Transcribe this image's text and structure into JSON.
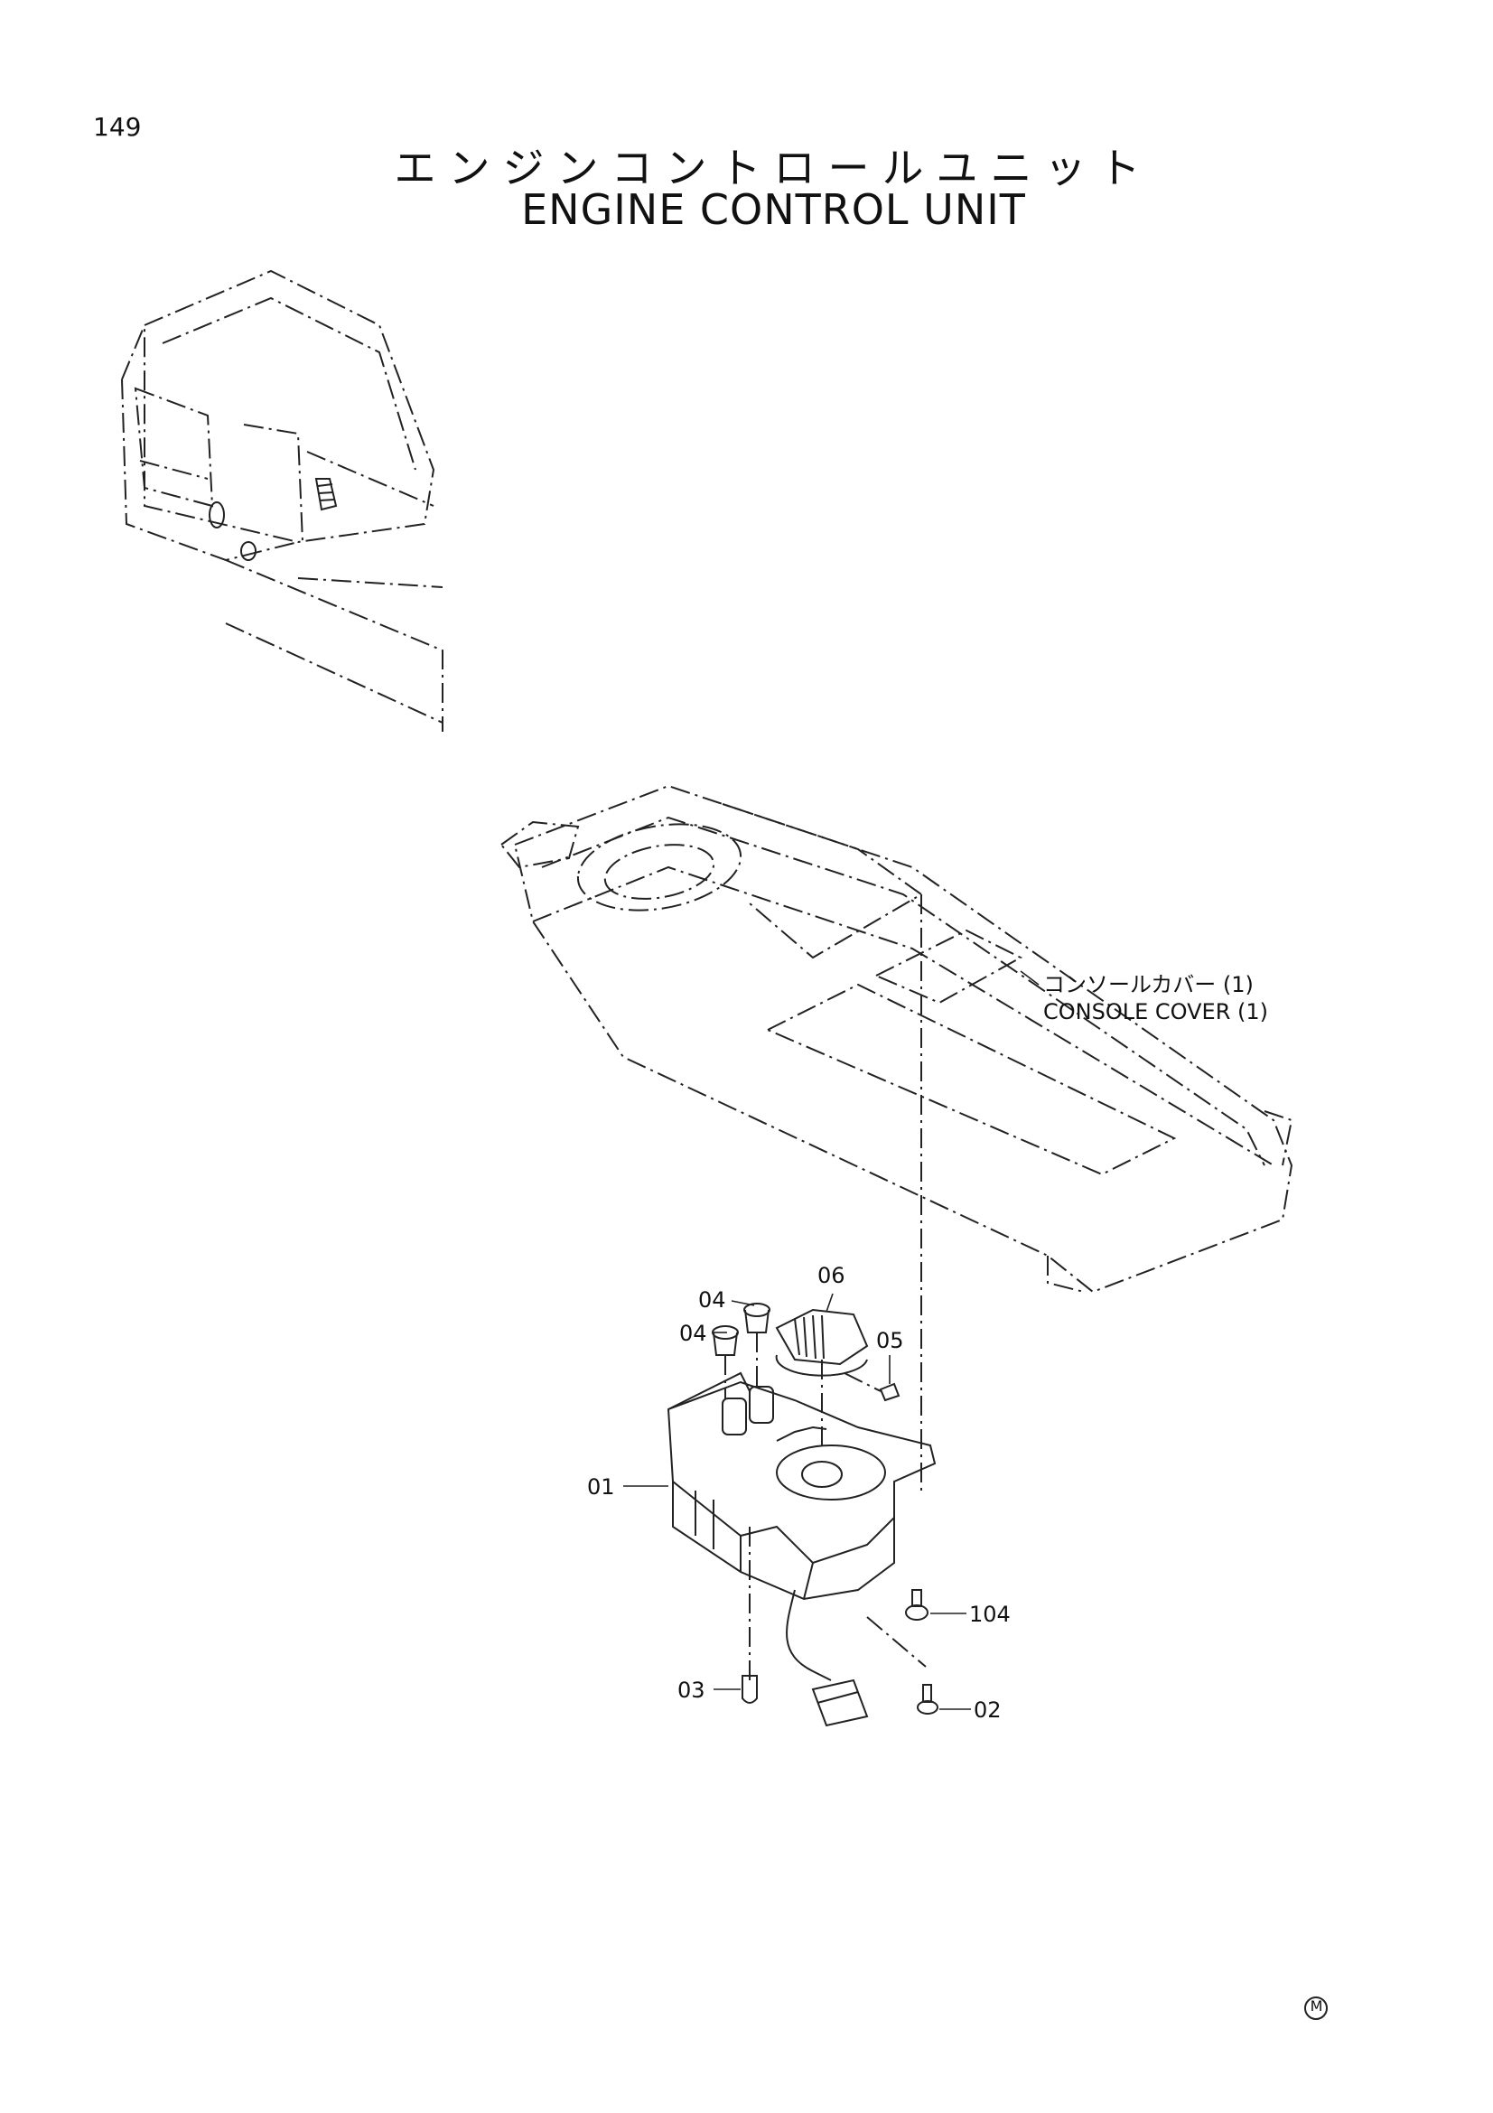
{
  "page_number": "149",
  "title_ja": "エンジンコントロールユニット",
  "title_en": "ENGINE CONTROL UNIT",
  "labels": {
    "console_cover_ja": "コンソールカバー (1)",
    "console_cover_en": "CONSOLE COVER (1)"
  },
  "callouts": {
    "c06": "06",
    "c04a": "04",
    "c04b": "04",
    "c05": "05",
    "c01": "01",
    "c104": "104",
    "c03": "03",
    "c02": "02"
  },
  "mark": "M",
  "icons": [
    "excavator-cab-illustration",
    "console-cover-illustration",
    "engine-control-unit-illustration"
  ]
}
